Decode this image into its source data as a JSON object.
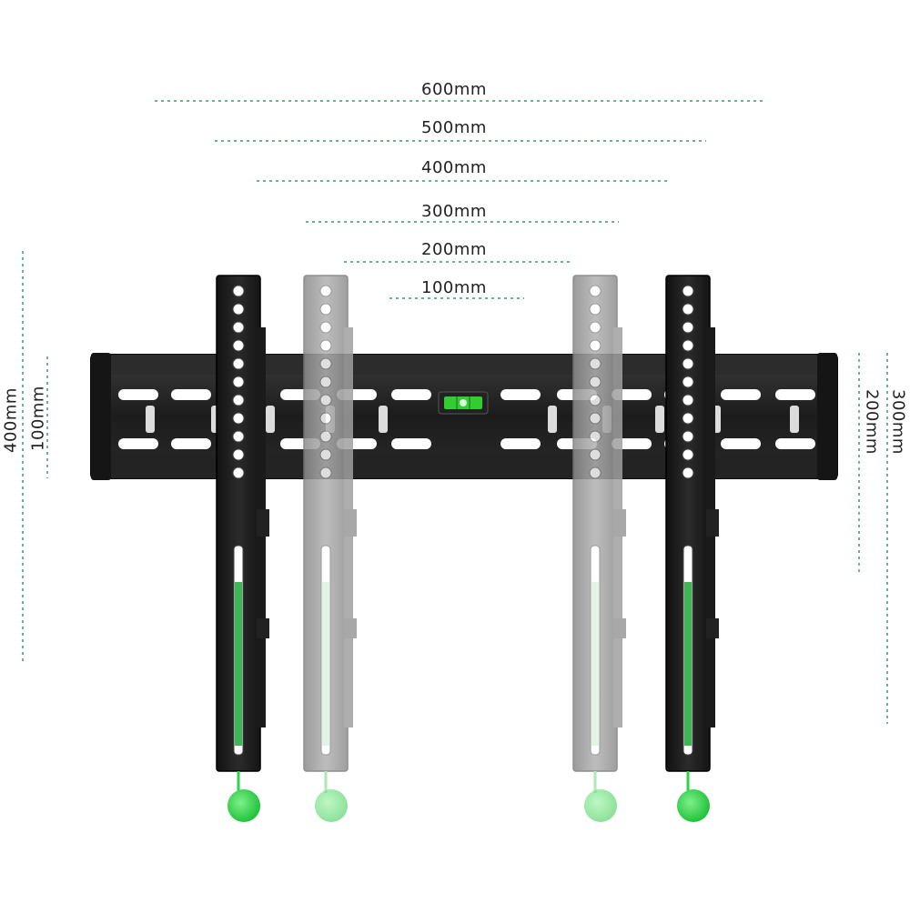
{
  "product": {
    "type": "fixed TV wall mount bracket",
    "bubble_level": true
  },
  "dimensions": {
    "horizontal": [
      {
        "label": "600mm"
      },
      {
        "label": "500mm"
      },
      {
        "label": "400mm"
      },
      {
        "label": "300mm"
      },
      {
        "label": "200mm"
      },
      {
        "label": "100mm"
      }
    ],
    "vertical_left": [
      {
        "label": "400mm"
      },
      {
        "label": "100mm"
      }
    ],
    "vertical_right": [
      {
        "label": "200mm"
      },
      {
        "label": "300mm"
      }
    ]
  },
  "colors": {
    "dimension_line": "#3a9a6c",
    "bracket": "#1e1e1e",
    "arm_ghost": "#9c9c9c",
    "safety_knob": "#2fd34a",
    "level_bubble": "#33cc33"
  },
  "icons": [
    "safety-knob-icon",
    "bubble-level-icon"
  ]
}
